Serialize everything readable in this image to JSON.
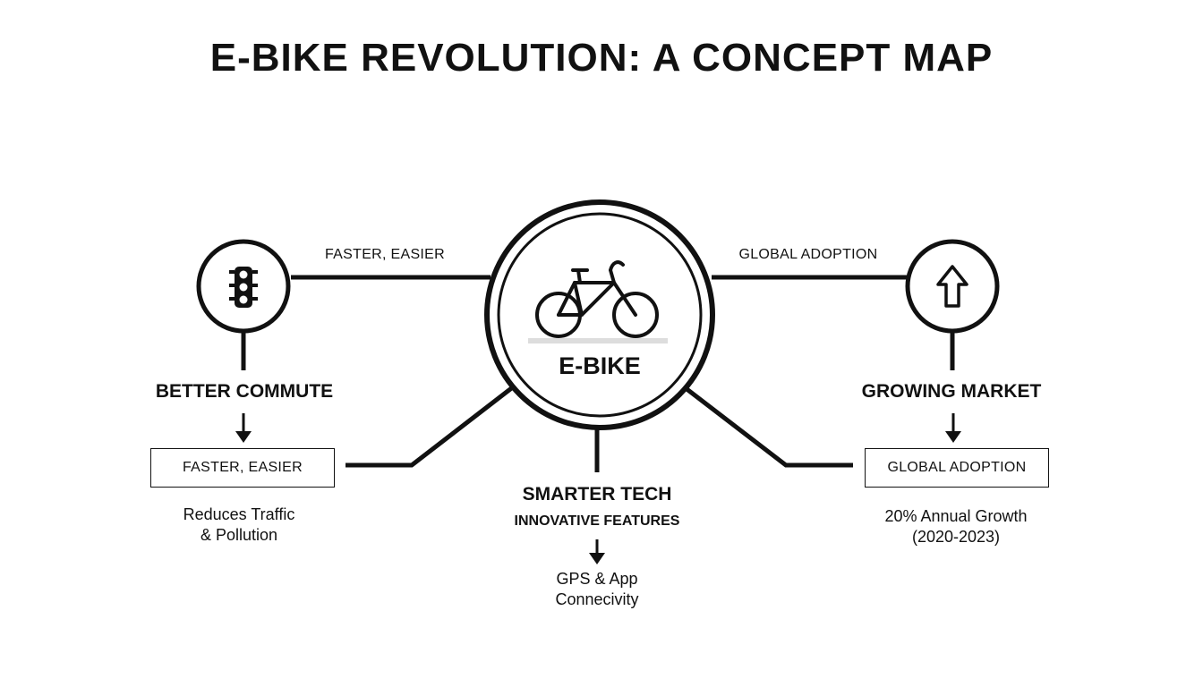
{
  "title": "E-BIKE REVOLUTION: A CONCEPT MAP",
  "center": {
    "label": "E-BIKE",
    "icon": "bicycle-icon"
  },
  "left": {
    "edge_label": "FASTER, EASIER",
    "icon": "traffic-light-icon",
    "heading": "BETTER COMMUTE",
    "box_label": "FASTER, EASIER",
    "desc_line1": "Reduces Traffic",
    "desc_line2": "& Pollution"
  },
  "right": {
    "edge_label": "GLOBAL ADOPTION",
    "icon": "up-arrow-icon",
    "heading": "GROWING MARKET",
    "box_label": "GLOBAL ADOPTION",
    "desc_line1": "20% Annual Growth",
    "desc_line2": "(2020-2023)"
  },
  "bottom": {
    "heading": "SMARTER TECH",
    "subheading": "INNOVATIVE FEATURES",
    "desc_line1": "GPS & App",
    "desc_line2": "Connecivity"
  },
  "colors": {
    "ink": "#111111",
    "ground": "#dddddd",
    "background": "#ffffff"
  }
}
